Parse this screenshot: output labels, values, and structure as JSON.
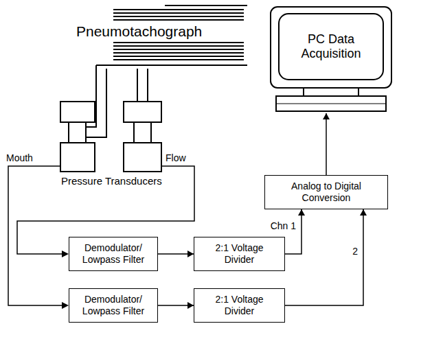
{
  "diagram": {
    "nodes": [
      {
        "text": [
          "PC Data Acquisition"
        ]
      },
      {
        "text": [
          "Analog to Digital Conversion"
        ]
      },
      {
        "text": [
          "Demodulator/ Lowpass Filter"
        ]
      },
      {
        "text": [
          "2:1 Voltage Divider"
        ]
      },
      {
        "text": [
          "Demodulator/ Lowpass Filter"
        ]
      },
      {
        "text": [
          "2:1 Voltage Divider"
        ]
      }
    ],
    "edges": [
      {
        "from": 2,
        "to": 3,
        "arrow": "to"
      },
      {
        "from": 4,
        "to": 5,
        "arrow": "to"
      },
      {
        "from": 3,
        "to": 1,
        "label": "Chn 1",
        "arrow": "to"
      },
      {
        "from": 5,
        "to": 1,
        "label": "2",
        "arrow": "to"
      },
      {
        "from": 1,
        "to": 0,
        "arrow": "to"
      }
    ],
    "labels": [
      "Pneumotachograph",
      "Mouth",
      "Flow",
      "Pressure Transducers"
    ]
  }
}
